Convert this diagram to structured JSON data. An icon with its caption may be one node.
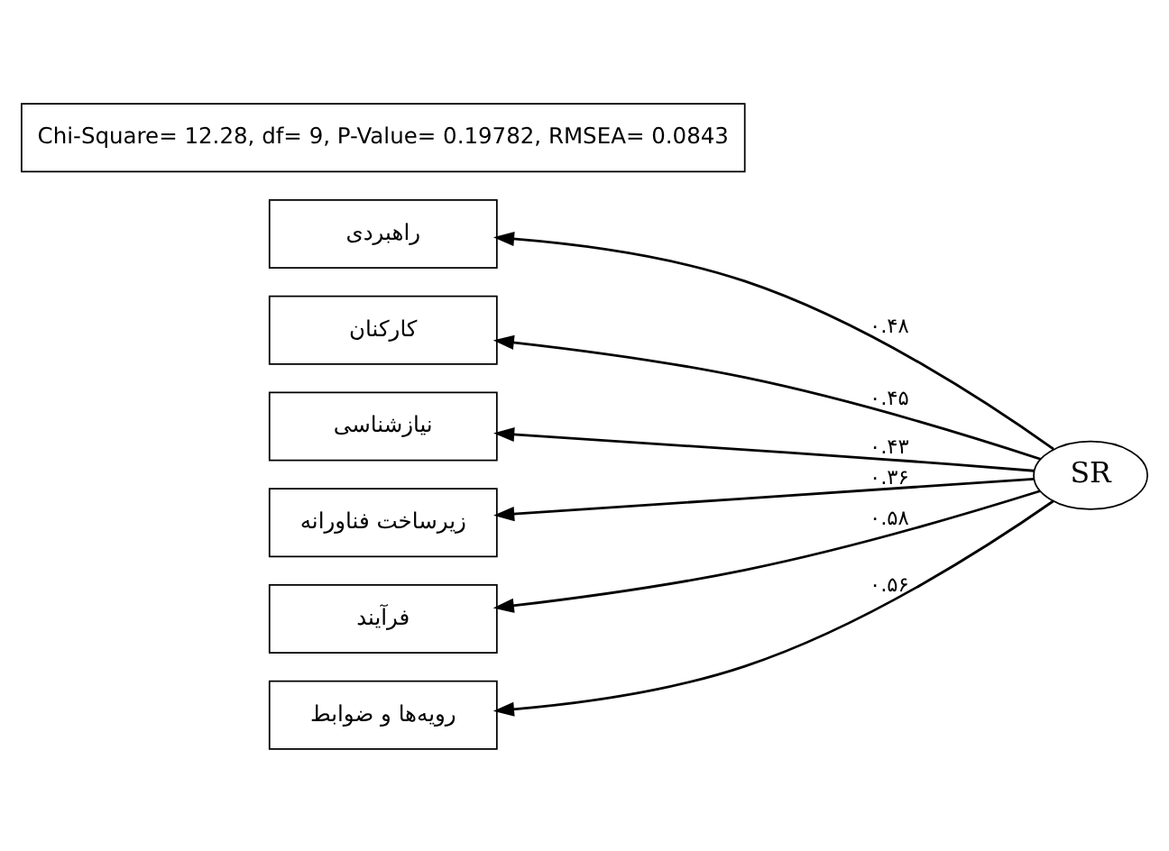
{
  "diagram": {
    "nodes": [
      {
        "text": [
          "راهبردی"
        ]
      },
      {
        "text": [
          "کارکنان"
        ]
      },
      {
        "text": [
          "نیازشناسی"
        ]
      },
      {
        "text": [
          "زیرساخت فناورانه"
        ]
      },
      {
        "text": [
          "فرآیند"
        ]
      },
      {
        "text": [
          "رویه‌ها و ضوابط"
        ]
      },
      {
        "text": [
          "SR"
        ]
      },
      {
        "text": [
          "Chi-Square= 12.28, df= 9, P-Value= 0.19782, RMSEA= 0.0843"
        ]
      }
    ],
    "edges": [
      {
        "from": 6,
        "to": 0,
        "arrow": "to",
        "label": "۰.۴۸"
      },
      {
        "from": 6,
        "to": 1,
        "arrow": "to",
        "label": "۰.۴۵"
      },
      {
        "from": 6,
        "to": 2,
        "arrow": "to",
        "label": "۰.۴۳"
      },
      {
        "from": 6,
        "to": 3,
        "arrow": "to",
        "label": "۰.۳۶"
      },
      {
        "from": 6,
        "to": 4,
        "arrow": "to",
        "label": "۰.۵۸"
      },
      {
        "from": 6,
        "to": 5,
        "arrow": "to",
        "label": "۰.۵۶"
      }
    ]
  }
}
